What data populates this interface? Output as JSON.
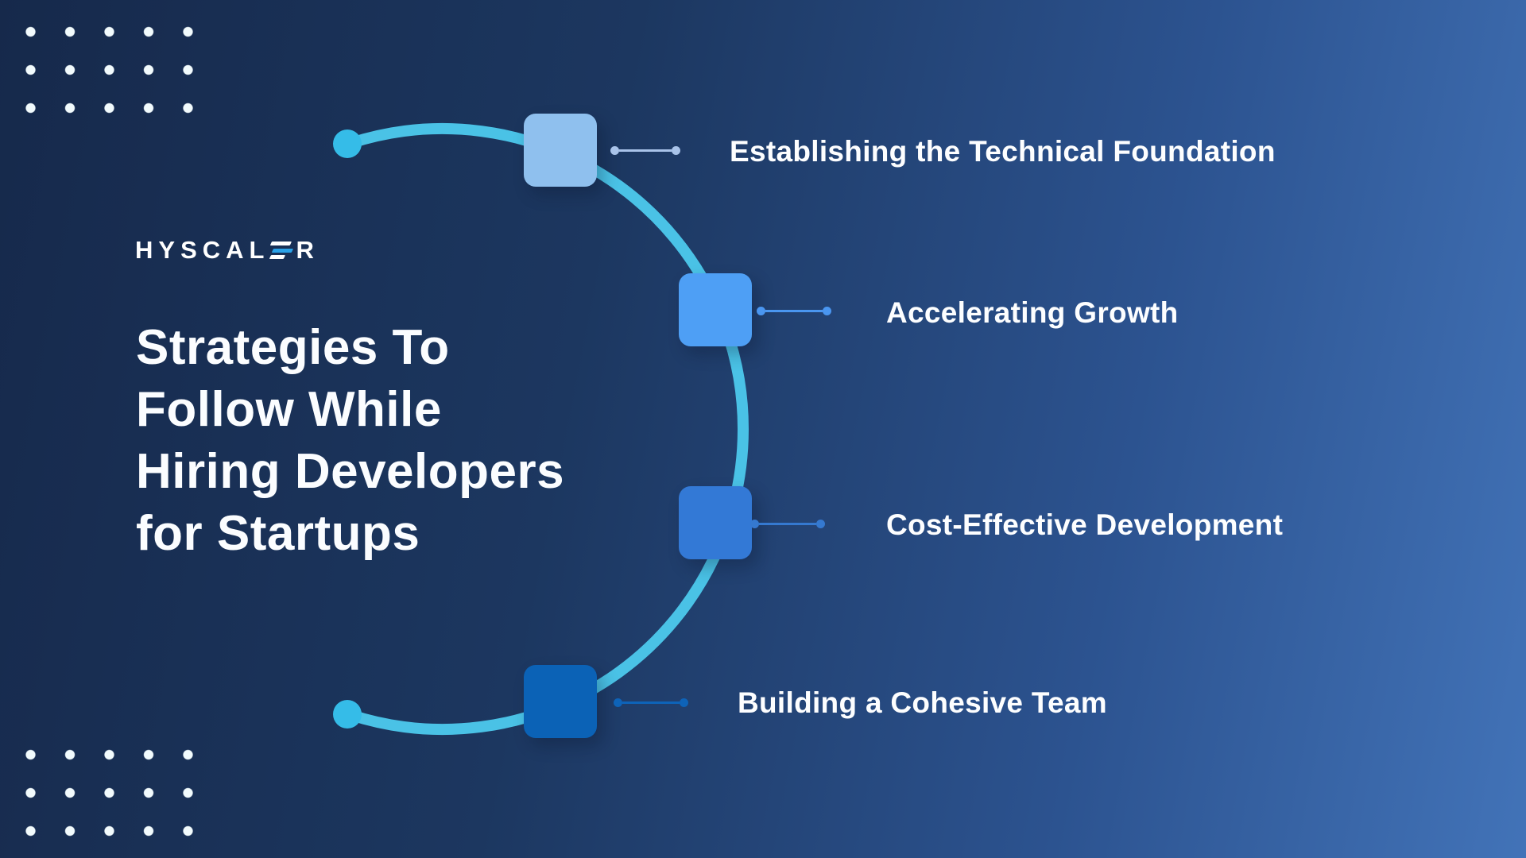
{
  "brand": {
    "logo_left": "HYSCAL",
    "logo_right": "R",
    "accent": "#2aa2e8"
  },
  "title": {
    "text": "Strategies To Follow While Hiring Developers for Startups",
    "lines": [
      "Strategies To",
      "Follow While",
      "Hiring Developers",
      "for Startups"
    ]
  },
  "arc": {
    "color": "#4ac2e6",
    "endpoint_color": "#35bce8"
  },
  "items": [
    {
      "label": "Establishing the Technical Foundation",
      "square_color": "#8fc0ee",
      "connector_color": "#a9c3e9"
    },
    {
      "label": "Accelerating Growth",
      "square_color": "#4e9ff5",
      "connector_color": "#4a96f0"
    },
    {
      "label": "Cost-Effective Development",
      "square_color": "#3379d6",
      "connector_color": "#3579d0"
    },
    {
      "label": "Building a Cohesive Team",
      "square_color": "#0b62b6",
      "connector_color": "#0e63b8"
    }
  ],
  "colors": {
    "background_left": "#16294b",
    "background_right": "#4273b8",
    "dot_grid": "#f2fbfd",
    "label_text": "#fdfeff",
    "title_text": "#fbfdff"
  }
}
